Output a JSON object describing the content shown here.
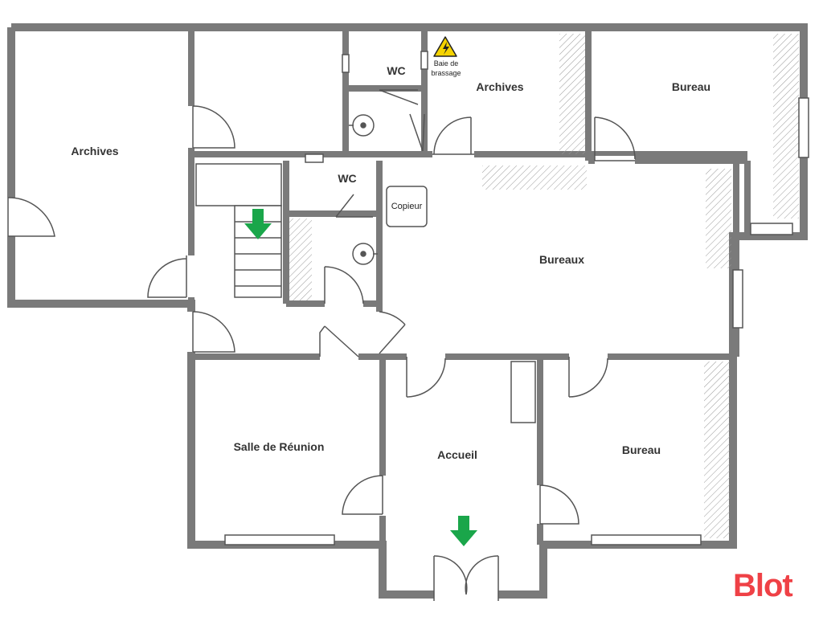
{
  "rooms": {
    "archives_left": "Archives",
    "archives_top": "Archives",
    "bureau_top_right": "Bureau",
    "wc_top": "WC",
    "wc_middle": "WC",
    "bureaux": "Bureaux",
    "salle_reunion": "Salle de Réunion",
    "accueil": "Accueil",
    "bureau_bottom_right": "Bureau"
  },
  "equipment": {
    "baie_line1": "Baie de",
    "baie_line2": "brassage",
    "copier": "Copieur"
  },
  "icons": {
    "hazard": "high-voltage-icon",
    "exit_arrow": "exit-arrow-down-icon"
  },
  "colors": {
    "wall": "#7a7a7a",
    "floor": "#ffffff",
    "door_line": "#555555",
    "exit_arrow": "#1aa64a",
    "hazard_fill": "#f5d300",
    "brand": "#ef4146"
  },
  "brand": {
    "logo_text": "Blot"
  }
}
